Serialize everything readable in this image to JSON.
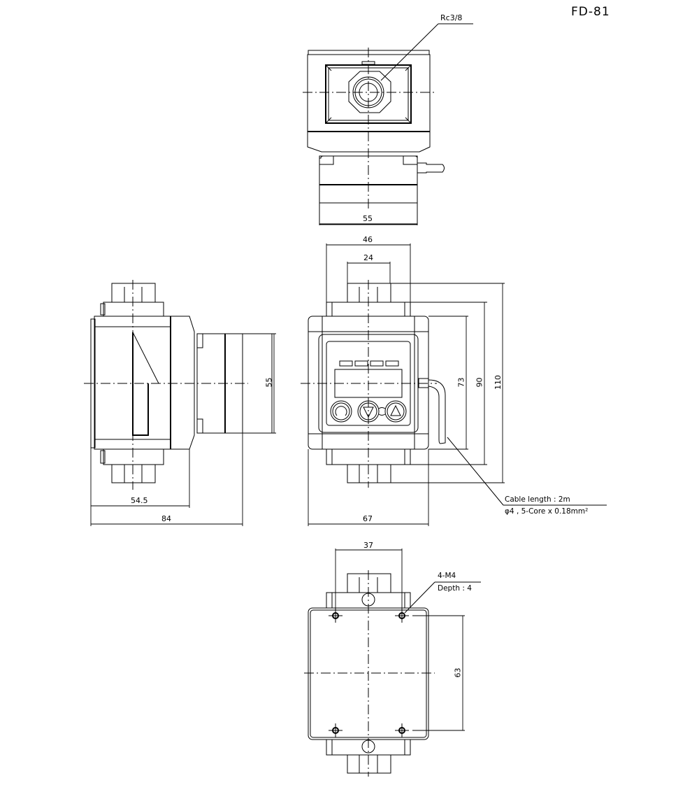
{
  "drawing": {
    "title": "FD-81",
    "type": "dimensional drawing",
    "units": "mm",
    "colors": {
      "line": "#000000",
      "background": "#ffffff"
    }
  },
  "top_view": {
    "port_label": "Rc3/8",
    "dimensions": {
      "width": "55"
    }
  },
  "front_view": {
    "dimensions": {
      "body_width": "46",
      "port_width": "24",
      "overall_width": "67",
      "height_73": "73",
      "height_90": "90",
      "height_110": "110"
    },
    "display": {
      "led_count": 4,
      "buttons": [
        {
          "name": "mode-button",
          "glyph": "↻"
        },
        {
          "name": "down-button",
          "glyph": "▽"
        },
        {
          "name": "up-button",
          "glyph": "△"
        }
      ]
    },
    "cable_note": {
      "line1": "Cable length : 2m",
      "line2": "φ4 , 5-Core x 0.18mm²"
    }
  },
  "side_view": {
    "dimensions": {
      "height": "55",
      "depth_body": "54.5",
      "depth_overall": "84"
    }
  },
  "bottom_view": {
    "dimensions": {
      "hole_pitch_x": "37",
      "hole_pitch_y": "63"
    },
    "hole_note": {
      "line1": "4-M4",
      "line2": "Depth : 4"
    }
  }
}
